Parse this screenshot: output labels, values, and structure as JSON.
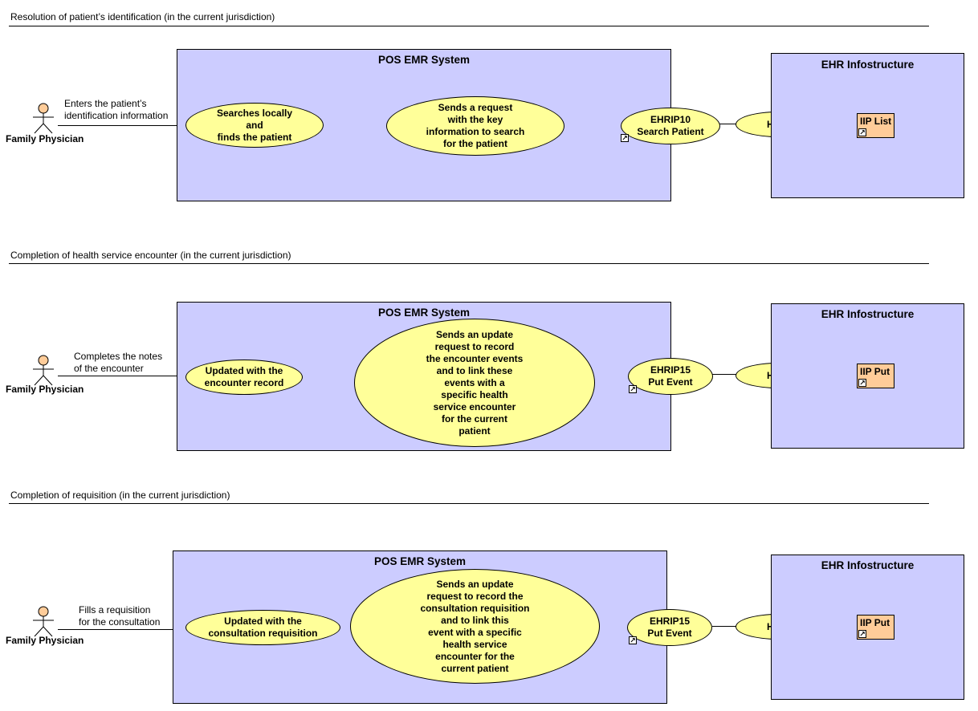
{
  "sections": [
    {
      "title": "Resolution of patient’s identification (in the current jurisdiction)",
      "actor": "Family Physician",
      "actor_action": "Enters the patient’s\nidentification information",
      "emr_title": "POS EMR System",
      "step1": "Searches locally\nand\nfinds the patient",
      "step2": "Sends a request\nwith the key\ninformation to search\nfor the patient",
      "interaction": "EHRIP10\nSearch Patient",
      "hial": "HIAL",
      "ehr_title": "EHR Infostructure",
      "service": "IIP List"
    },
    {
      "title": "Completion of health service encounter (in the current jurisdiction)",
      "actor": "Family Physician",
      "actor_action": "Completes the notes\nof the encounter",
      "emr_title": "POS EMR System",
      "step1": "Updated with the\nencounter record",
      "step2": "Sends an update\nrequest to record\nthe encounter events\nand to link these\nevents with a\nspecific health\nservice encounter\nfor the current\npatient",
      "interaction": "EHRIP15\nPut Event",
      "hial": "HIAL",
      "ehr_title": "EHR Infostructure",
      "service": "IIP Put"
    },
    {
      "title": "Completion of requisition (in the current jurisdiction)",
      "actor": "Family Physician",
      "actor_action": "Fills a requisition\nfor the consultation",
      "emr_title": "POS EMR System",
      "step1": "Updated with the\nconsultation requisition",
      "step2": "Sends an update\nrequest to record the\nconsultation requisition\nand to link this\nevent with a specific\nhealth service\nencounter for the\ncurrent patient",
      "interaction": "EHRIP15\nPut Event",
      "hial": "HIAL",
      "ehr_title": "EHR Infostructure",
      "service": "IIP Put"
    }
  ],
  "colors": {
    "system_box": "#ccccff",
    "use_case": "#ffff99",
    "component": "#ffcc99",
    "actor_head": "#ffcc99"
  },
  "icons": {
    "actor": "stick-figure-icon",
    "link": "shortcut-arrow-icon"
  }
}
